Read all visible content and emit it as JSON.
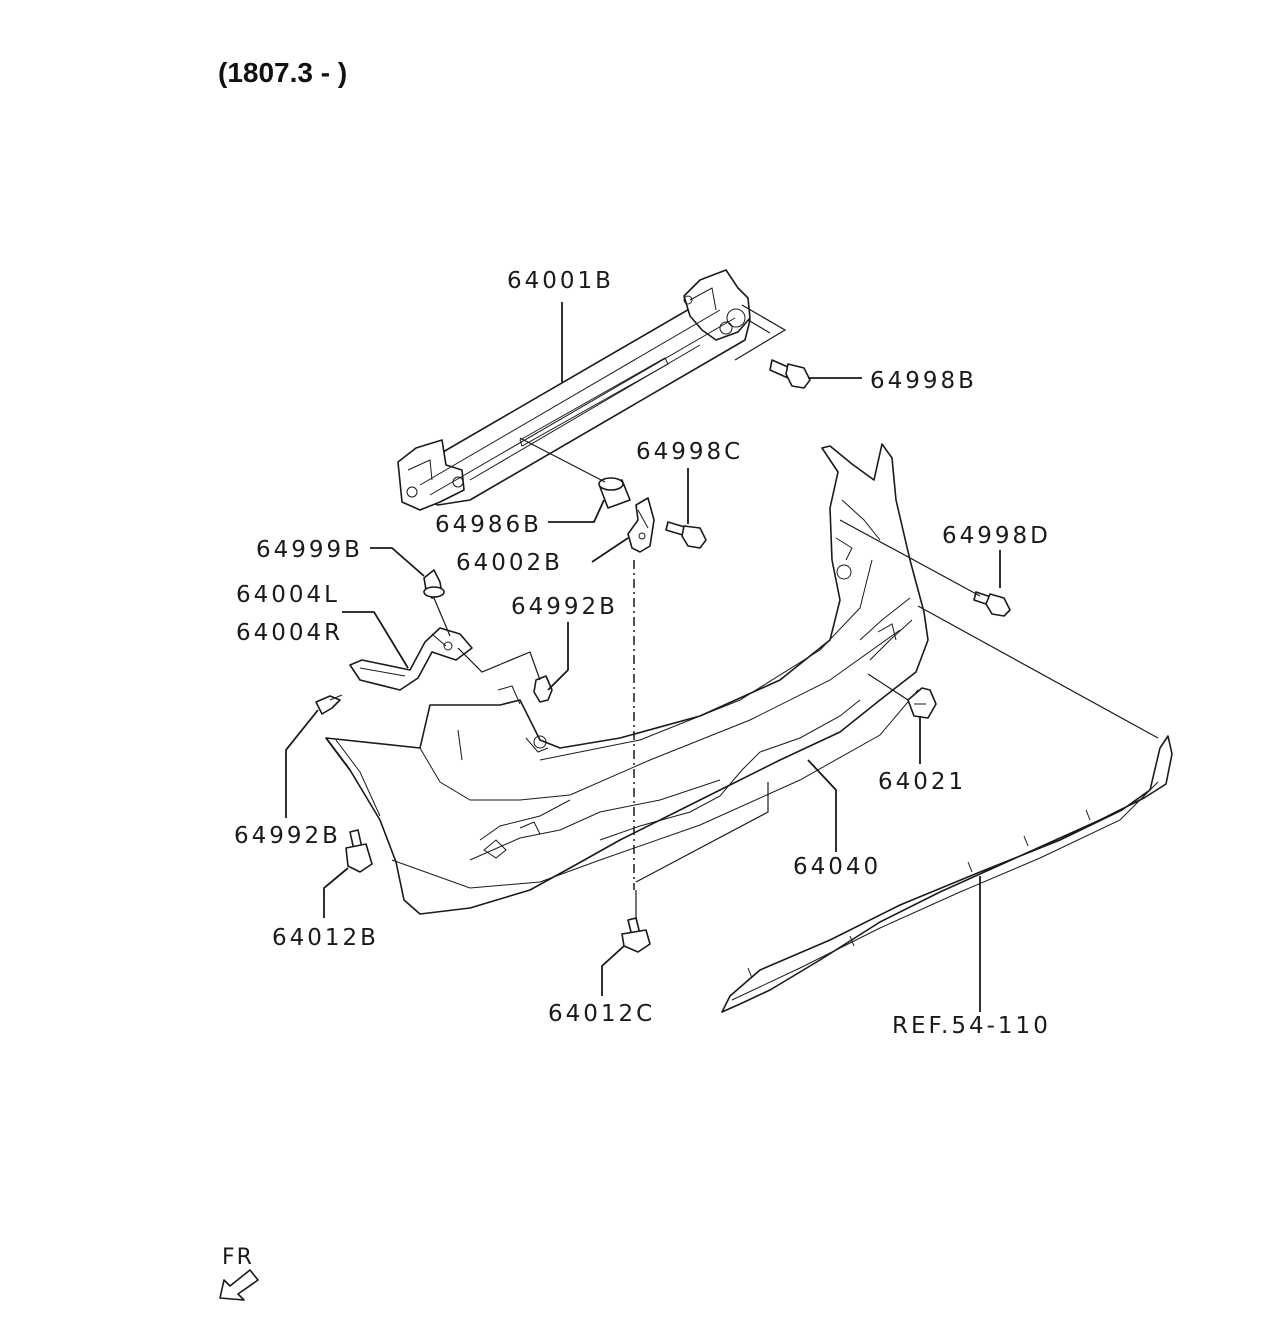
{
  "diagram": {
    "range_label": "(1807.3 - )",
    "direction_label": "FR",
    "parts": [
      {
        "id": "p1",
        "code": "64001B"
      },
      {
        "id": "p2",
        "code": "64998B"
      },
      {
        "id": "p3",
        "code": "64998C"
      },
      {
        "id": "p4",
        "code": "64986B"
      },
      {
        "id": "p5",
        "code": "64002B"
      },
      {
        "id": "p6",
        "code": "64999B"
      },
      {
        "id": "p7",
        "code": "64998D"
      },
      {
        "id": "p8",
        "code": "64004L"
      },
      {
        "id": "p9",
        "code": "64004R"
      },
      {
        "id": "p10",
        "code": "64992B"
      },
      {
        "id": "p11",
        "code": "64992B"
      },
      {
        "id": "p12",
        "code": "64021"
      },
      {
        "id": "p13",
        "code": "64040"
      },
      {
        "id": "p14",
        "code": "64012B"
      },
      {
        "id": "p15",
        "code": "64012C"
      },
      {
        "id": "p16",
        "code": "REF.54-110"
      }
    ],
    "icons": {
      "direction_arrow": "arrow-down-left-icon"
    }
  }
}
